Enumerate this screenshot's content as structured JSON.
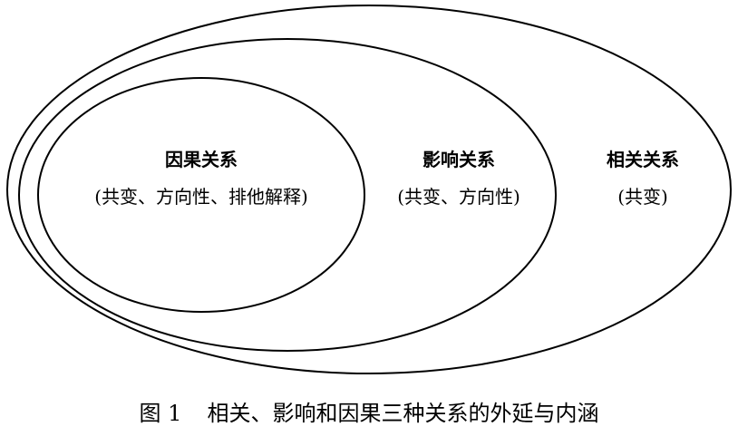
{
  "sets": {
    "outer": {
      "title": "相关关系",
      "desc": "(共变)"
    },
    "middle": {
      "title": "影响关系",
      "desc": "(共变、方向性)"
    },
    "inner": {
      "title": "因果关系",
      "desc": "(共变、方向性、排他解释)"
    }
  },
  "caption": {
    "number": "图 1",
    "text": "相关、影响和因果三种关系的外延与内涵"
  },
  "colors": {
    "stroke": "#000000",
    "text": "#000000",
    "background": "#ffffff"
  }
}
